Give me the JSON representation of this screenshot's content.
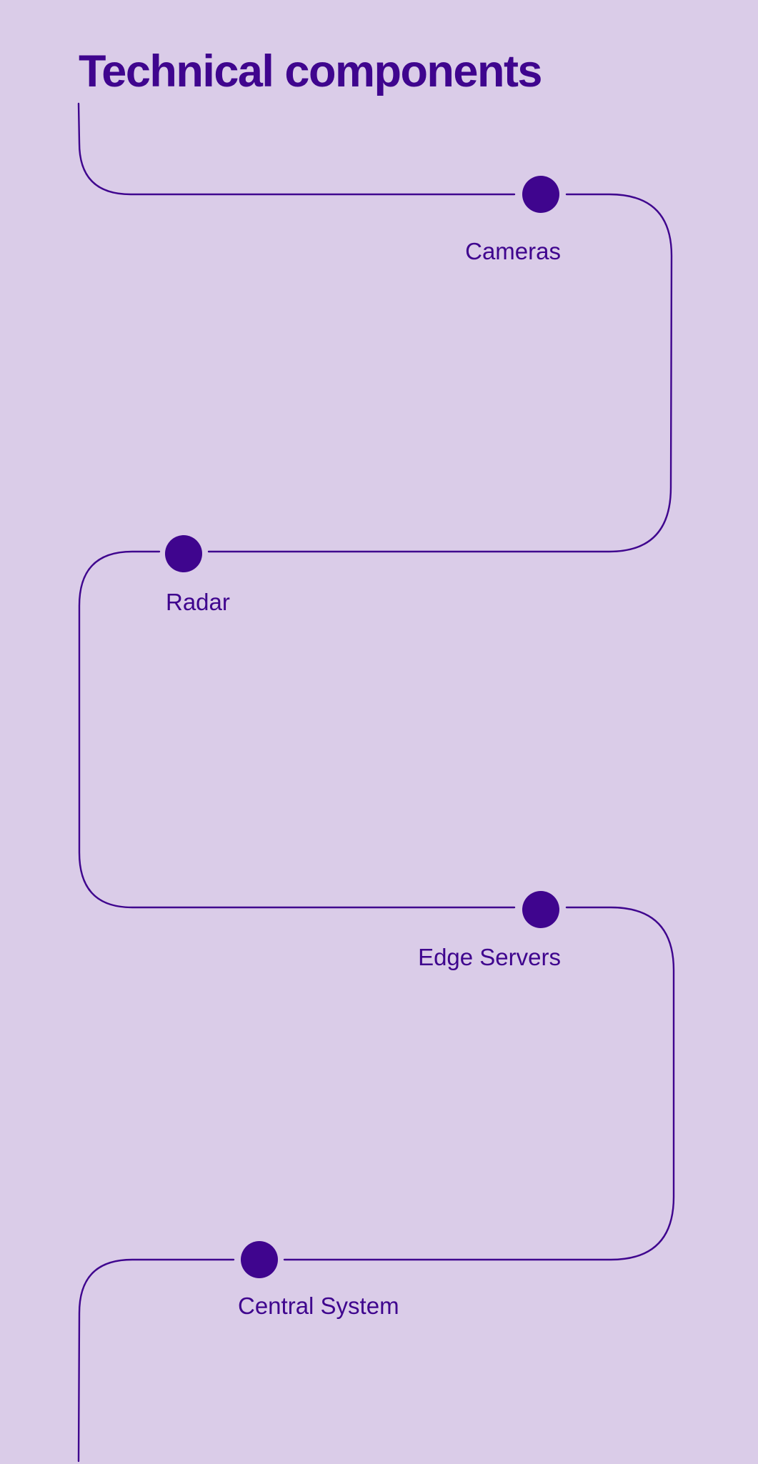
{
  "title": "Technical components",
  "colors": {
    "background": "#dacce8",
    "accent": "#3f058e"
  },
  "components": [
    {
      "label": "Cameras"
    },
    {
      "label": "Radar"
    },
    {
      "label": "Edge Servers"
    },
    {
      "label": "Central System"
    }
  ]
}
